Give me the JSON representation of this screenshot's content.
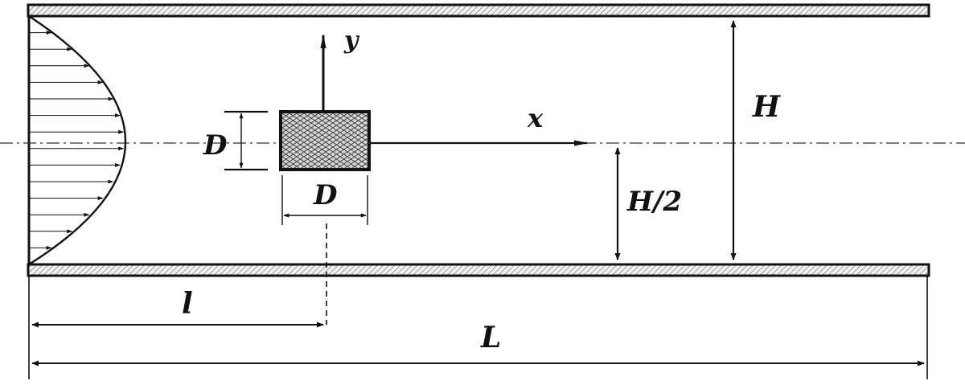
{
  "labels": {
    "y_axis": "y",
    "x_axis": "x",
    "obstacle_height": "D",
    "obstacle_width": "D",
    "channel_height": "H",
    "half_height": "H/2",
    "upstream_length": "l",
    "total_length": "L"
  },
  "colors": {
    "ink": "#111111",
    "hatch": "#888888",
    "background": "#ffffff"
  }
}
